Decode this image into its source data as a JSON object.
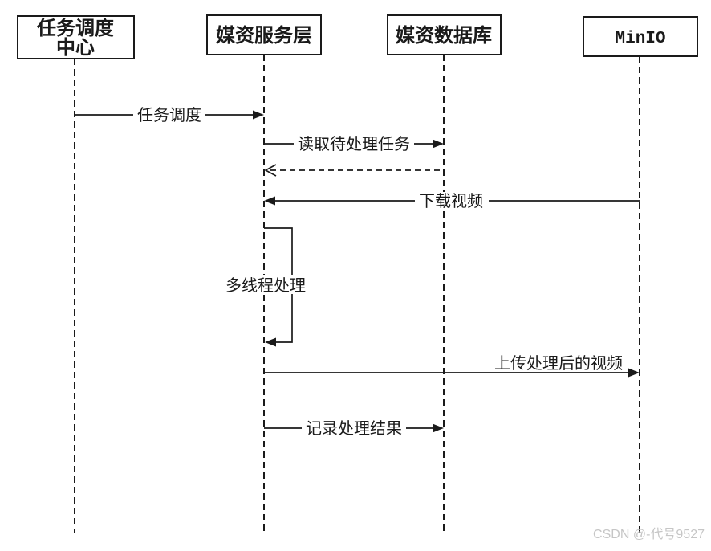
{
  "diagram": {
    "type": "uml-sequence-diagram",
    "actors": [
      {
        "id": "task-scheduler",
        "label_line1": "任务调度",
        "label_line2": "中心"
      },
      {
        "id": "media-service",
        "label": "媒资服务层"
      },
      {
        "id": "media-db",
        "label": "媒资数据库"
      },
      {
        "id": "minio",
        "label": "MinIO"
      }
    ],
    "messages": [
      {
        "label": "任务调度",
        "from": "任务调度中心",
        "to": "媒资服务层",
        "style": "solid-filled-arrow"
      },
      {
        "label": "读取待处理任务",
        "from": "媒资服务层",
        "to": "媒资数据库",
        "style": "solid-filled-arrow"
      },
      {
        "label": "",
        "from": "媒资数据库",
        "to": "媒资服务层",
        "style": "dashed-open-arrow"
      },
      {
        "label": "下载视频",
        "from": "MinIO",
        "to": "媒资服务层",
        "style": "solid-filled-arrow"
      },
      {
        "label": "多线程处理",
        "from": "媒资服务层",
        "to": "媒资服务层",
        "style": "self-loop-filled-arrow"
      },
      {
        "label": "上传处理后的视频",
        "from": "媒资服务层",
        "to": "MinIO",
        "style": "solid-filled-arrow"
      },
      {
        "label": "记录处理结果",
        "from": "媒资服务层",
        "to": "媒资数据库",
        "style": "solid-filled-arrow"
      }
    ],
    "colors": {
      "line": "#1a1a1a",
      "background": "#ffffff",
      "watermark": "#c6c6c6"
    }
  },
  "watermark": {
    "text": "CSDN @-代号9527"
  }
}
